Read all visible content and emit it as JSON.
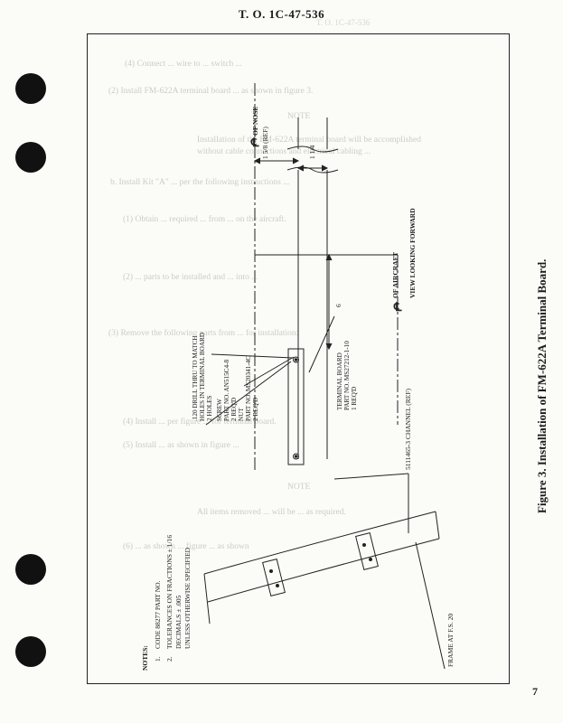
{
  "header": {
    "to_number": "T. O. 1C-47-536"
  },
  "figure": {
    "caption": "Figure 3.  Installation of FM-622A Terminal Board.",
    "page_number": "7"
  },
  "labels": {
    "cl_nose": "OF NOSE",
    "cl_aircraft": "OF AIRCRAFT",
    "view": "VIEW LOOKING FORWARD",
    "dim_1_5_8": "1 5/8 (REF)",
    "dim_1_1_4": "1 1/4",
    "dim_6": "6",
    "drill_1": ".120 DRILL THRU TO MATCH",
    "drill_2": "HOLES IN TERMINAL BOARD",
    "drill_3": "2 HOLES",
    "screw_1": "SCREW",
    "screw_2": "PART NO. AN515C4-8",
    "screw_3": "2 REQ'D",
    "nut_1": "NUT",
    "nut_2": "PART NO. MS20341-4C",
    "nut_3": "2 REQ'D",
    "tb_1": "TERMINAL BOARD",
    "tb_2": "PART NO. MS27212-1-10",
    "tb_3": "1 REQ'D",
    "channel": "5111465-3 CHANNEL (REF)",
    "frame": "FRAME AT F.S. 20"
  },
  "notes": {
    "heading": "NOTES:",
    "n1_num": "1.",
    "n1_text": "CODE 88277 PART NO.",
    "n2_num": "2.",
    "n2_text": "TOLERANCES ON FRACTIONS ± 1/16",
    "n2_line2": "DECIMALS ± .005",
    "n2_line3": "UNLESS OTHERWISE SPECIFIED"
  },
  "bleed_through": [
    "(4)  Connect ...  wire to ... switch ...",
    "(2)  Install FM-622A terminal board ... as shown in figure 3.",
    "NOTE",
    "Installation of the FM-622A terminal board will be accomplished",
    "without cable connections and electrical cabling ...",
    "b.  Install Kit \"A\" ...  per the following instructions ...",
    "(1)  Obtain ...  required ... from ... on the aircraft.",
    "(2)  ...  parts to be installed and ... into ...",
    "(3)  Remove the following parts from ... for installation:",
    "(4)  Install ... per figure ... for terminal board.",
    "(5)  Install ... as shown in figure ...",
    "NOTE",
    "All items removed ... will be ... as required.",
    "(6)  ...  as shown ... figure ... as shown"
  ]
}
